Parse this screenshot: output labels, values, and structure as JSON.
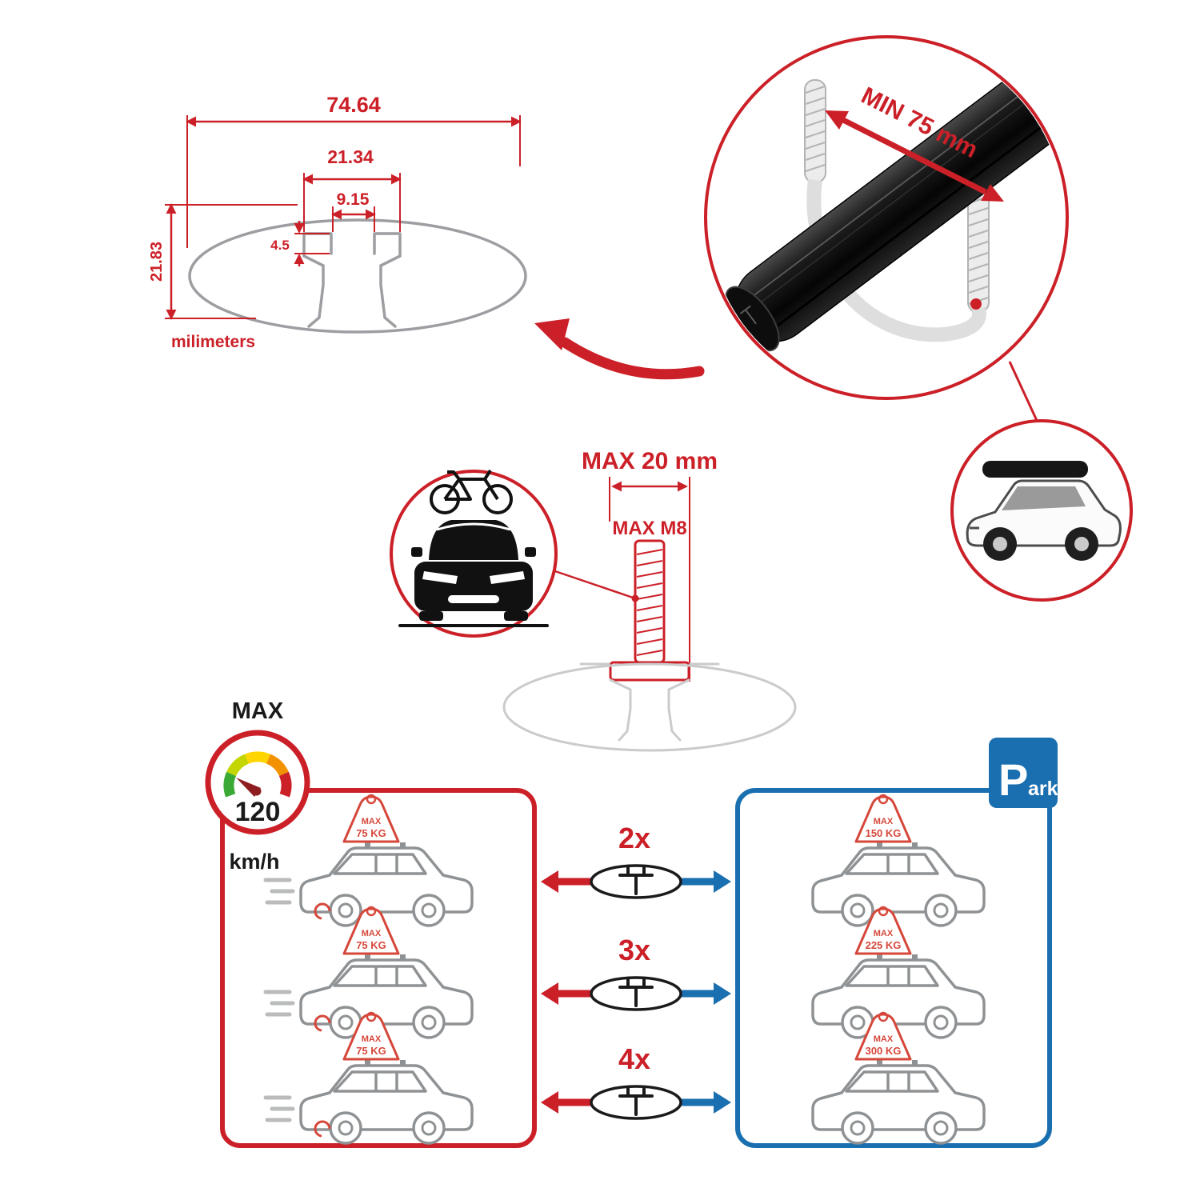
{
  "cross_section": {
    "total_width": "74.64",
    "top_width": "21.34",
    "slot_width": "9.15",
    "lip_height": "4.5",
    "height": "21.83",
    "units_label": "milimeters"
  },
  "bar_circle": {
    "min_span": "MIN 75 mm"
  },
  "bolt": {
    "max_width": "MAX 20 mm",
    "max_thread": "MAX M8"
  },
  "speed": {
    "label": "MAX",
    "value": "120",
    "unit": "km/h"
  },
  "park": {
    "p": "P",
    "ark": "ark"
  },
  "quantities": [
    "2x",
    "3x",
    "4x"
  ],
  "moving_cars": [
    {
      "max": "MAX",
      "load": "75 KG"
    },
    {
      "max": "MAX",
      "load": "75 KG"
    },
    {
      "max": "MAX",
      "load": "75 KG"
    }
  ],
  "parked_cars": [
    {
      "max": "MAX",
      "load": "150 KG"
    },
    {
      "max": "MAX",
      "load": "225 KG"
    },
    {
      "max": "MAX",
      "load": "300 KG"
    }
  ],
  "colors": {
    "red": "#cc2028",
    "blue": "#1a6fb0",
    "profile_gray": "#9c9ea1",
    "ghost_gray": "#cbcbcb",
    "tent_red": "#d6473b",
    "black": "#111111",
    "gauge_segments": [
      "#3aaa35",
      "#c3d600",
      "#ffd500",
      "#f39200",
      "#cc2028"
    ]
  }
}
